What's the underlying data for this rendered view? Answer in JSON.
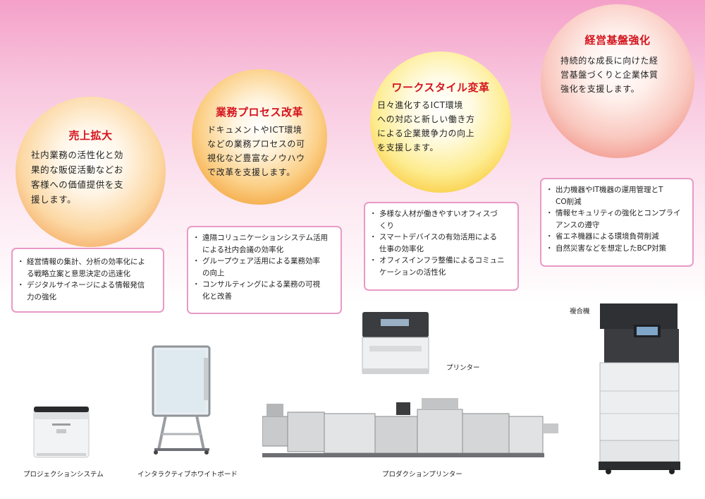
{
  "themes": [
    {
      "title": "売上拡大",
      "lines": [
        "社内業務の活性化と効",
        "果的な販促活動などお",
        "客様への価値提供を支",
        "援します。"
      ],
      "bullets": [
        [
          "経営情報の集計、分析の効率化によ",
          "る戦略立案と意思決定の迅速化"
        ],
        [
          "デジタルサイネージによる情報発信",
          "力の強化"
        ]
      ]
    },
    {
      "title": "業務プロセス改革",
      "lines": [
        "ドキュメントやICT環境",
        "などの業務プロセスの可",
        "視化など豊富なノウハウ",
        "で改革を支援します。"
      ],
      "bullets": [
        [
          "遠隔コリュニケーションシステム活用",
          "による社内会議の効率化"
        ],
        [
          "グループウェア活用による業務効率",
          "の向上"
        ],
        [
          "コンサルティングによる業務の可視",
          "化と改善"
        ]
      ]
    },
    {
      "title": "ワークスタイル変革",
      "lines": [
        "日々進化するICT環境",
        "への対応と新しい働き方",
        "による企業競争力の向上",
        "を支援します。"
      ],
      "bullets": [
        [
          "多様な人材が働きやすいオフィスづ",
          "くり"
        ],
        [
          "スマートデバイスの有効活用による",
          "仕事の効率化"
        ],
        [
          "オフィスインフラ整備によるコミュニ",
          "ケーションの活性化"
        ]
      ]
    },
    {
      "title": "経営基盤強化",
      "lines": [
        "持続的な成長に向けた経",
        "営基盤づくりと企業体質",
        "強化を支援します。"
      ],
      "bullets": [
        [
          "出力機器やIT機器の運用管理とT",
          "CO削減"
        ],
        [
          "情報セキュリティの強化とコンプライ",
          "アンスの遵守"
        ],
        [
          "省エネ機器による環境負荷削減"
        ],
        [
          "自然災害などを想定したBCP対策"
        ]
      ]
    }
  ],
  "products": {
    "projector": "プロジェクションシステム",
    "whiteboard": "インタラクティブホワイトボード",
    "production_printer": "プロダクションプリンター",
    "printer": "プリンター",
    "mfp": "複合機"
  }
}
